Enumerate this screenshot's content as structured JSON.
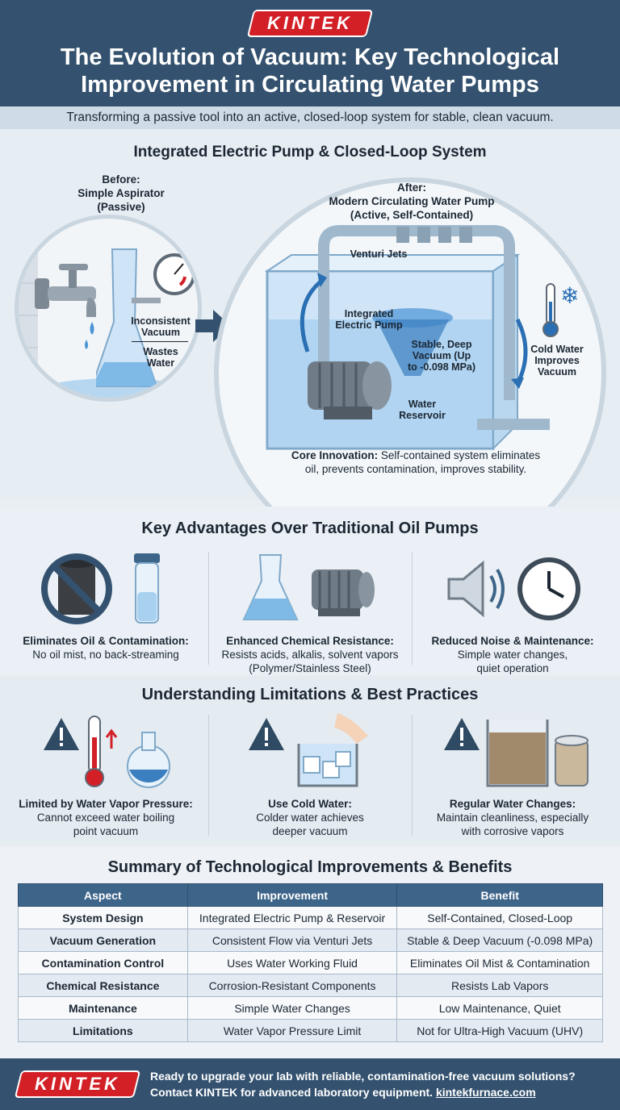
{
  "brand": {
    "logo_text": "KINTEK",
    "accent": "#d32027",
    "header_bg": "#34526f"
  },
  "header": {
    "title_line1": "The Evolution of Vacuum: Key Technological",
    "title_line2": "Improvement in Circulating Water Pumps",
    "subtitle": "Transforming a passive tool into an active, closed-loop system for stable, clean vacuum."
  },
  "section1": {
    "heading": "Integrated Electric Pump & Closed-Loop System",
    "before": {
      "line1": "Before:",
      "line2": "Simple Aspirator",
      "line3": "(Passive)",
      "callout1": "Inconsistent Vacuum",
      "callout2": "Wastes Water"
    },
    "after": {
      "line1": "After:",
      "line2": "Modern Circulating Water Pump",
      "line3": "(Active, Self-Contained)",
      "venturi": "Venturi Jets",
      "pump_line1": "Integrated",
      "pump_line2": "Electric Pump",
      "vac_line1": "Stable, Deep",
      "vac_line2": "Vacuum (Up",
      "vac_line3": "to -0.098 MPa)",
      "res_line1": "Water",
      "res_line2": "Reservoir",
      "cold_line1": "Cold Water",
      "cold_line2": "Improves",
      "cold_line3": "Vacuum"
    },
    "core_title": "Core Innovation:",
    "core_text": " Self-contained system eliminates oil, prevents contamination, improves stability."
  },
  "section2": {
    "heading": "Key Advantages Over Traditional Oil Pumps",
    "items": [
      {
        "title": "Eliminates Oil & Contamination:",
        "desc1": "No oil mist, no back-streaming",
        "desc2": ""
      },
      {
        "title": "Enhanced Chemical Resistance:",
        "desc1": "Resists acids, alkalis, solvent vapors",
        "desc2": "(Polymer/Stainless Steel)"
      },
      {
        "title": "Reduced Noise & Maintenance:",
        "desc1": "Simple water changes,",
        "desc2": "quiet operation"
      }
    ]
  },
  "section3": {
    "heading": "Understanding Limitations & Best Practices",
    "items": [
      {
        "title": "Limited by Water Vapor Pressure:",
        "desc1": "Cannot exceed water boiling",
        "desc2": "point vacuum"
      },
      {
        "title": "Use Cold Water:",
        "desc1": "Colder water achieves",
        "desc2": "deeper vacuum"
      },
      {
        "title": "Regular Water Changes:",
        "desc1": "Maintain cleanliness, especially",
        "desc2": "with corrosive vapors"
      }
    ]
  },
  "section4": {
    "heading": "Summary of Technological Improvements & Benefits",
    "columns": [
      "Aspect",
      "Improvement",
      "Benefit"
    ],
    "rows": [
      [
        "System Design",
        "Integrated Electric Pump & Reservoir",
        "Self-Contained, Closed-Loop"
      ],
      [
        "Vacuum Generation",
        "Consistent Flow via Venturi Jets",
        "Stable & Deep Vacuum (-0.098 MPa)"
      ],
      [
        "Contamination Control",
        "Uses Water Working Fluid",
        "Eliminates Oil Mist & Contamination"
      ],
      [
        "Chemical Resistance",
        "Corrosion-Resistant Components",
        "Resists Lab Vapors"
      ],
      [
        "Maintenance",
        "Simple Water Changes",
        "Low Maintenance, Quiet"
      ],
      [
        "Limitations",
        "Water Vapor Pressure Limit",
        "Not for Ultra-High Vacuum (UHV)"
      ]
    ]
  },
  "footer": {
    "line1": "Ready to upgrade your lab with reliable, contamination-free vacuum solutions?",
    "line2": "Contact KINTEK for advanced laboratory equipment. ",
    "link": "kintekfurnace.com"
  },
  "icons": [
    "faucet-icon",
    "vacuum-gauge-icon",
    "flask-icon",
    "arrow-right-icon",
    "thermometer-icon",
    "snowflake-icon",
    "electric-pump-icon",
    "no-oil-icon",
    "vial-icon",
    "beaker-icon",
    "motor-icon",
    "speaker-icon",
    "clock-icon",
    "warning-icon",
    "ice-cubes-icon",
    "filter-cartridge-icon"
  ]
}
